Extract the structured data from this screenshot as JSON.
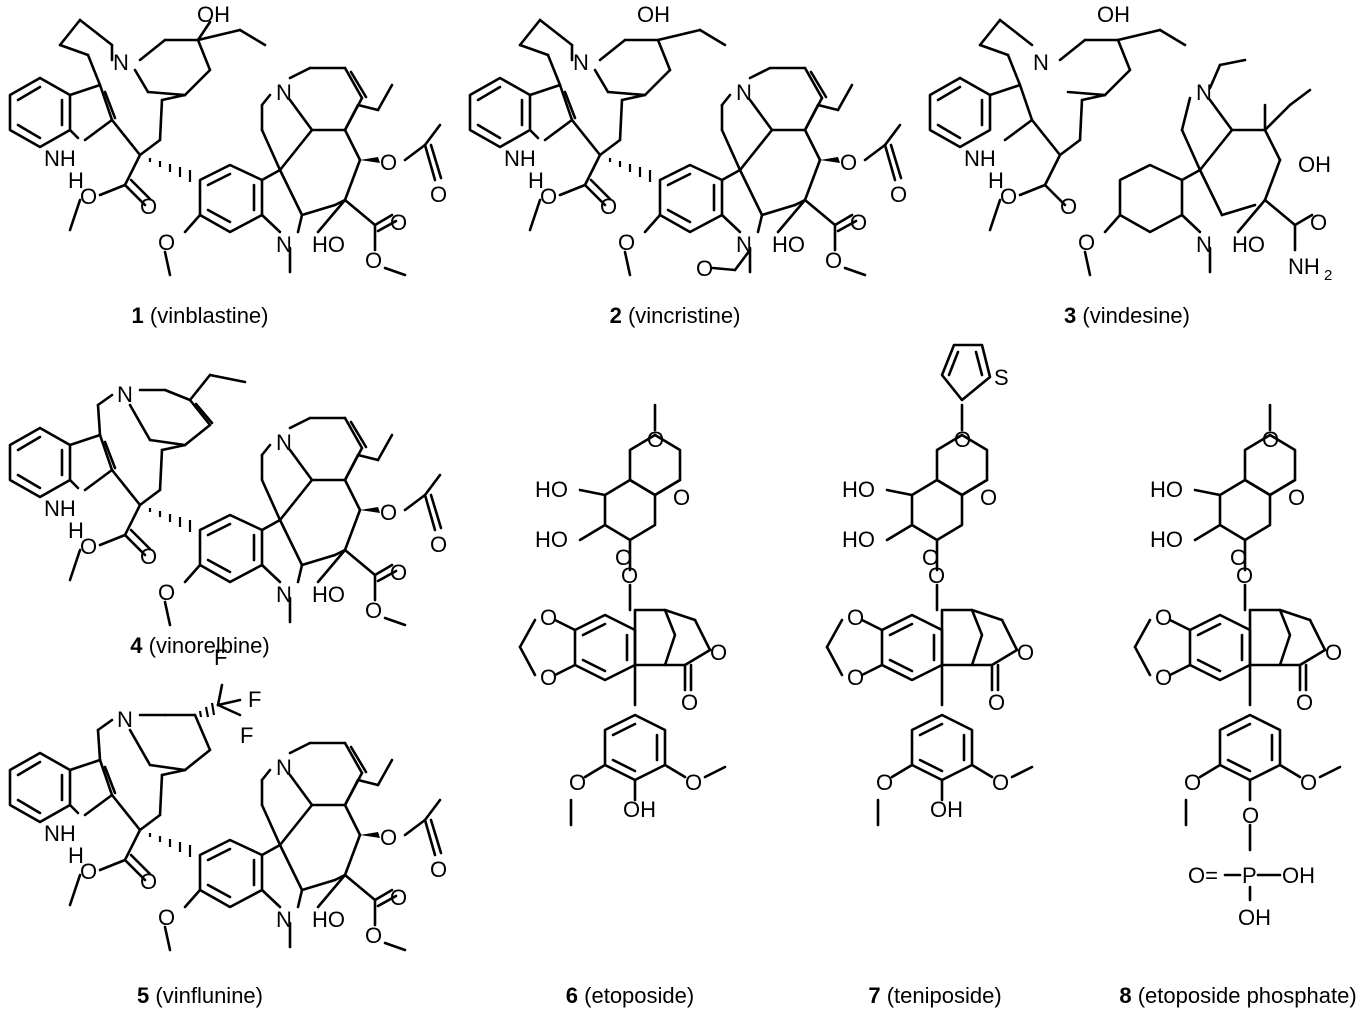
{
  "compounds": [
    {
      "number": "1",
      "name": "(vinblastine)"
    },
    {
      "number": "2",
      "name": "(vincristine)"
    },
    {
      "number": "3",
      "name": "(vindesine)"
    },
    {
      "number": "4",
      "name": "(vinorelbine)"
    },
    {
      "number": "5",
      "name": "(vinflunine)"
    },
    {
      "number": "6",
      "name": "(etoposide)"
    },
    {
      "number": "7",
      "name": "(teniposide)"
    },
    {
      "number": "8",
      "name": "(etoposide phosphate)"
    }
  ],
  "atom_labels": {
    "oh": "OH",
    "ho": "HO",
    "n": "N",
    "nh": "NH",
    "h": "H",
    "o": "O",
    "nh2": "NH",
    "sub2": "2",
    "s": "S",
    "f": "F",
    "p": "P",
    "oeq": "O="
  },
  "colors": {
    "ink": "#000000",
    "background": "#ffffff"
  }
}
